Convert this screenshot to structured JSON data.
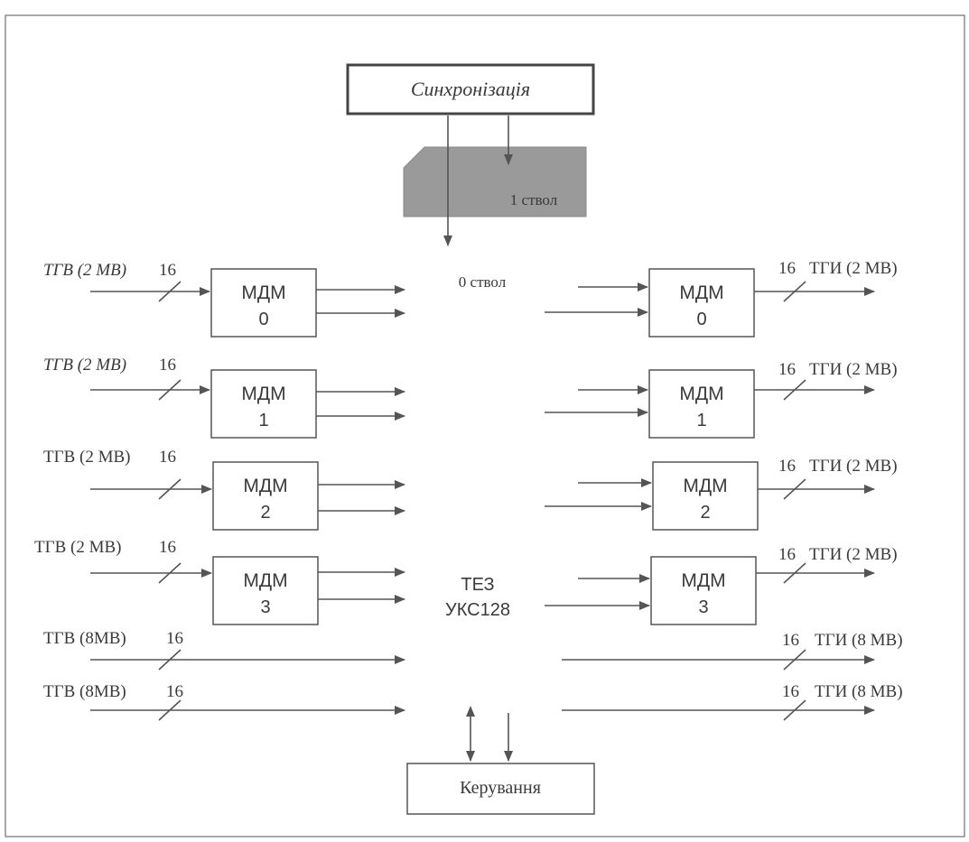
{
  "sync": {
    "label": "Синхронізація"
  },
  "trunk1": {
    "label": "1 ствол"
  },
  "trunk0": {
    "label": "0 ствол"
  },
  "core": {
    "line1": "ТЕЗ",
    "line2": "УКС128"
  },
  "control": {
    "label": "Керування"
  },
  "width_label": "16",
  "modules": [
    {
      "name": "МДМ",
      "index": "0"
    },
    {
      "name": "МДМ",
      "index": "1"
    },
    {
      "name": "МДМ",
      "index": "2"
    },
    {
      "name": "МДМ",
      "index": "3"
    }
  ],
  "inputs": [
    {
      "label": "ТГВ (2 МВ)",
      "italic": true
    },
    {
      "label": "ТГВ (2 МВ)",
      "italic": true
    },
    {
      "label": "ТГВ (2 МВ)",
      "italic": false
    },
    {
      "label": "ТГВ (2 МВ)",
      "italic": false
    },
    {
      "label": "ТГВ (8МВ)",
      "italic": false
    },
    {
      "label": "ТГВ (8МВ)",
      "italic": false
    }
  ],
  "outputs": [
    {
      "label": "ТГИ (2 МВ)"
    },
    {
      "label": "ТГИ (2 МВ)"
    },
    {
      "label": "ТГИ (2 МВ)"
    },
    {
      "label": "ТГИ (2 МВ)"
    },
    {
      "label": "ТГИ (8 МВ)"
    },
    {
      "label": "ТГИ (8 МВ)"
    }
  ],
  "colors": {
    "ink": "#3a3a3a",
    "line": "#555555",
    "trunk_fill": "#9a9a9a"
  }
}
